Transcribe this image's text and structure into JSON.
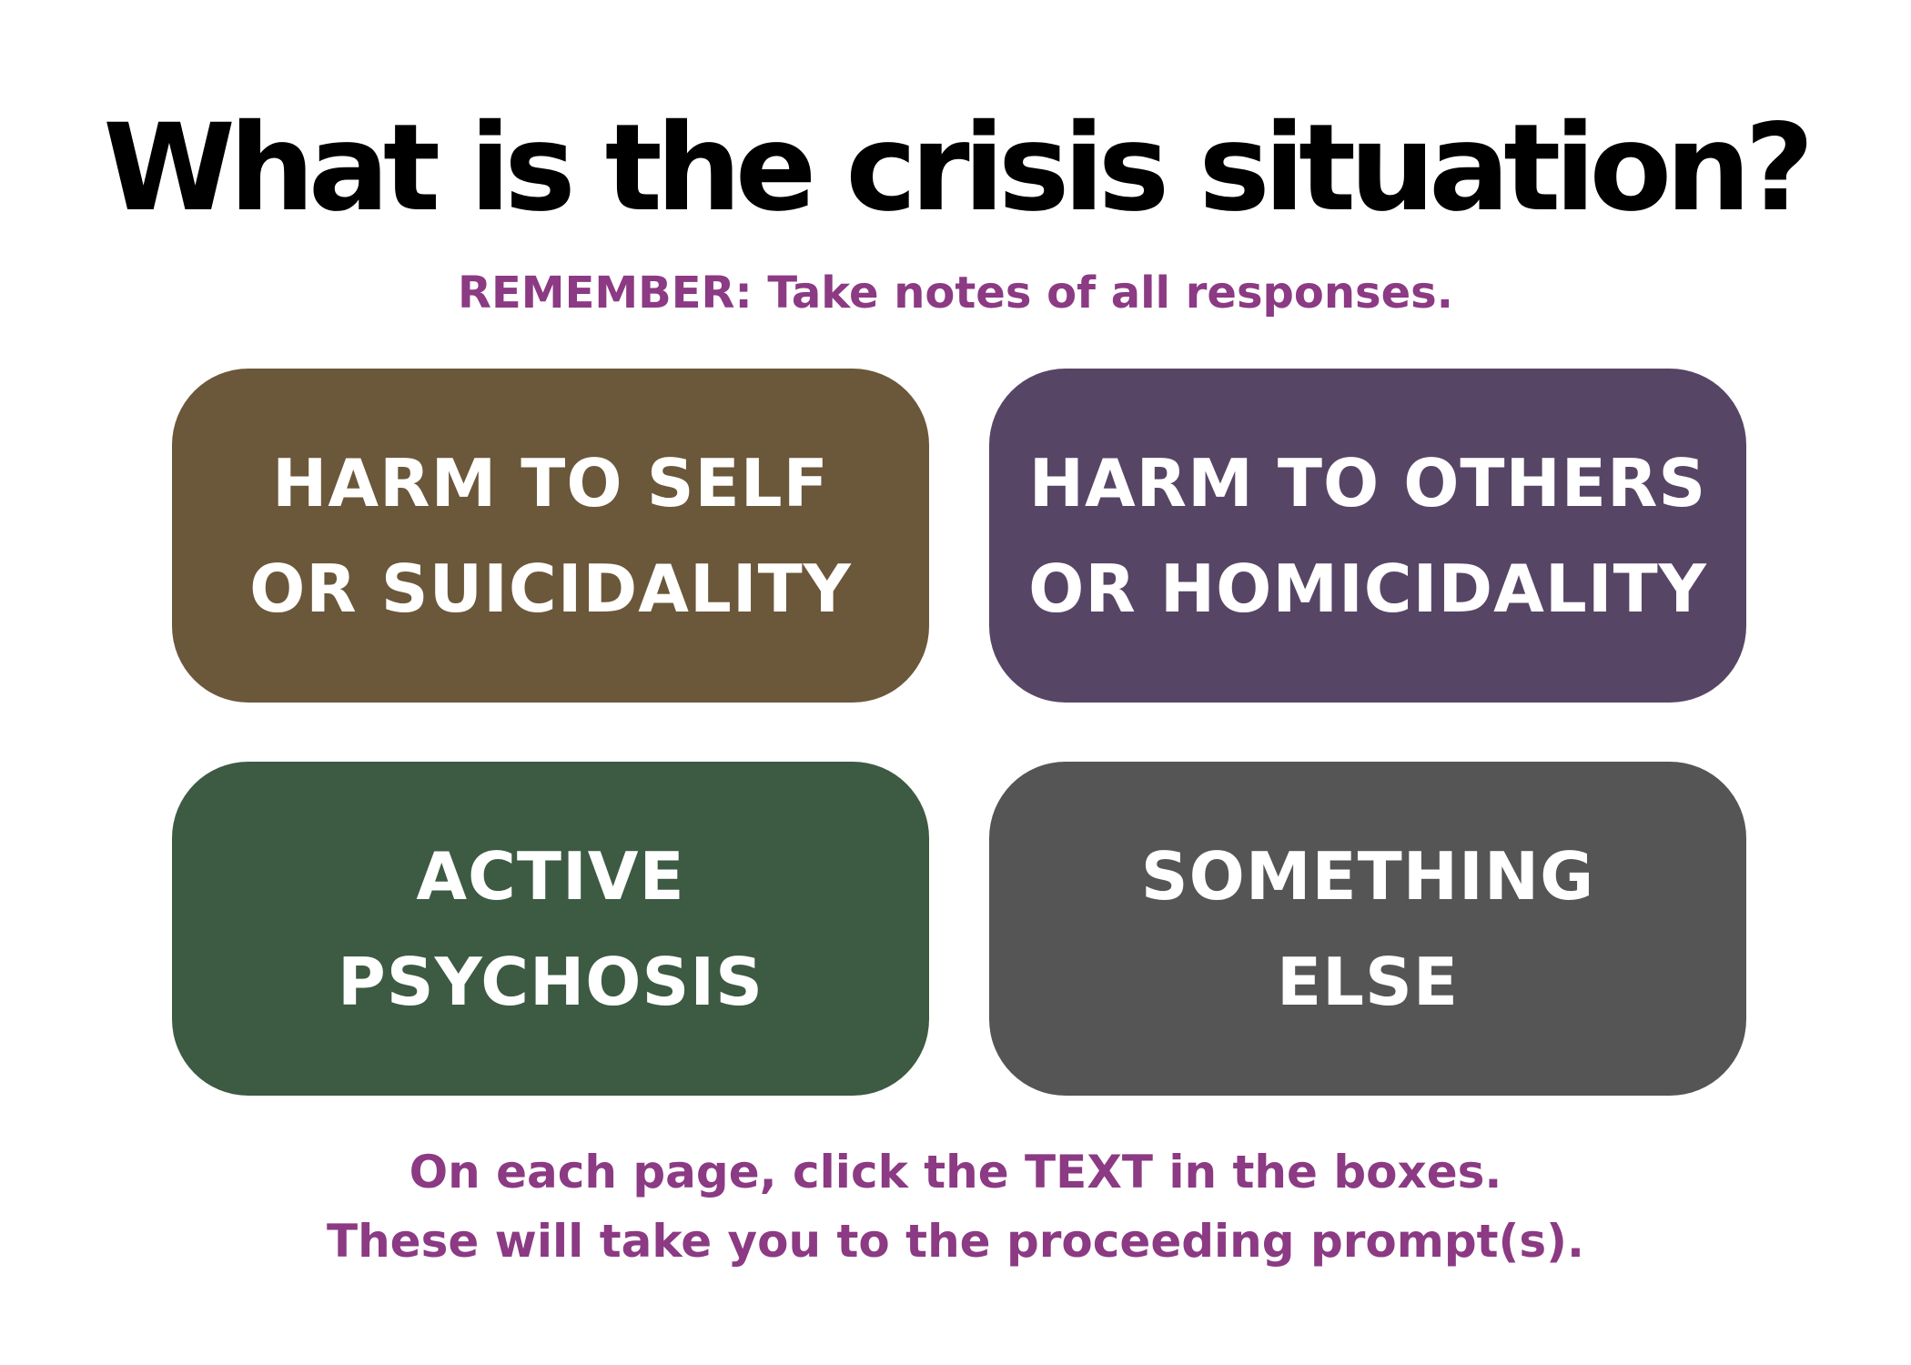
{
  "title": "What is the crisis situation?",
  "reminder": "REMEMBER: Take notes of all responses.",
  "options": [
    {
      "line1": "HARM TO SELF",
      "line2": "OR SUICIDALITY",
      "color": "#6B573A"
    },
    {
      "line1": "HARM TO OTHERS",
      "line2": "OR HOMICIDALITY",
      "color": "#574566"
    },
    {
      "line1": "ACTIVE",
      "line2": "PSYCHOSIS",
      "color": "#3D5A43"
    },
    {
      "line1": "SOMETHING",
      "line2": "ELSE",
      "color": "#555555"
    }
  ],
  "footer": {
    "line1": "On each page, click the TEXT in the boxes.",
    "line2": "These will take you to the proceeding prompt(s)."
  },
  "colors": {
    "accent": "#8B3A83",
    "title": "#000000",
    "box_text": "#FFFFFF"
  }
}
